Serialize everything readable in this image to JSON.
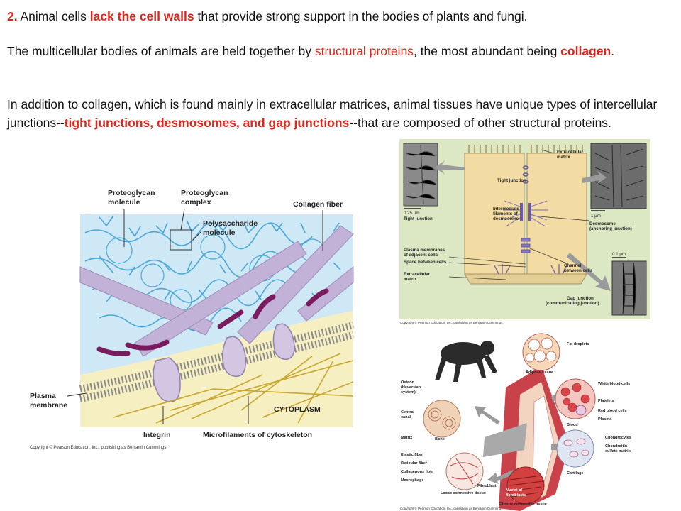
{
  "text": {
    "p1": {
      "number": "2.",
      "a": " Animal cells ",
      "b": "lack the cell walls",
      "c": " that provide strong support in the bodies of plants and fungi."
    },
    "p2": {
      "a": "The multicellular bodies of animals are held together by ",
      "b": "structural proteins",
      "c": ", the most abundant being ",
      "d": "collagen",
      "e": "."
    },
    "p3": {
      "a": "In addition to collagen, which is found mainly in extracellular matrices, animal tissues have unique types of intercellular junctions--",
      "b": "tight junctions, desmosomes, and gap junctions",
      "c": "--that are composed of other structural proteins."
    }
  },
  "ecm_figure": {
    "labels": {
      "proteoglycan_molecule": [
        "Proteoglycan",
        "molecule"
      ],
      "proteoglycan_complex": [
        "Proteoglycan",
        "complex"
      ],
      "collagen_fiber": "Collagen fiber",
      "polysaccharide_molecule": [
        "Polysaccharide",
        "molecule"
      ],
      "plasma_membrane": [
        "Plasma",
        "membrane"
      ],
      "cytoplasm": "CYTOPLASM",
      "integrin": "Integrin",
      "microfilaments": "Microfilaments of cytoskeleton"
    },
    "copyright": "Copyright © Pearson Education, Inc., publishing as Benjamin Cummings."
  },
  "junction_figure": {
    "labels": {
      "extracellular_matrix": [
        "Extracellular",
        "matrix"
      ],
      "tight_junction_inner": "Tight junction",
      "tight_junction": "Tight junction",
      "scale_025": "0.25 µm",
      "scale_1": "1 µm",
      "scale_01": "0.1 µm",
      "intermediate_filaments": [
        "Intermediate",
        "filaments of",
        "desmosome"
      ],
      "desmosome": [
        "Desmosome",
        "(anchoring junction)"
      ],
      "plasma_membranes": [
        "Plasma membranes",
        "of adjacent cells"
      ],
      "space_between_cells": "Space between cells",
      "extracellular_matrix_left": [
        "Extracellular",
        "matrix"
      ],
      "channel": [
        "Channel",
        "between cells"
      ],
      "gap_junction": [
        "Gap junction",
        "(communicating junction)"
      ]
    },
    "copyright": "Copyright © Pearson Education, Inc., publishing as Benjamin Cummings."
  },
  "tissue_figure": {
    "labels": {
      "fat_droplets": "Fat droplets",
      "adipose_tissue": "Adipose tissue",
      "osteon": [
        "Osteon",
        "(Haversian",
        "system)"
      ],
      "central_canal": [
        "Central",
        "canal"
      ],
      "matrix": "Matrix",
      "bone": "Bone",
      "white_blood_cells": "White blood cells",
      "platelets": "Platelets",
      "red_blood_cells": "Red blood cells",
      "plasma": "Plasma",
      "blood": "Blood",
      "chondrocytes": "Chondrocytes",
      "chondroitin": [
        "Chondroitin",
        "sulfate matrix"
      ],
      "cartilage": "Cartilage",
      "elastic_fiber": "Elastic fiber",
      "reticular_fiber": "Reticular fiber",
      "collagenous_fiber": "Collagenous fiber",
      "macrophage": "Macrophage",
      "fibroblast": "Fibroblast",
      "loose_connective": "Loose connective tissue",
      "nuclei_fibroblasts": [
        "Nuclei of",
        "fibroblasts"
      ],
      "fibrous_connective": "Fibrous connective tissue"
    },
    "copyright": "Copyright © Pearson Education, Inc., publishing as Benjamin Cummings."
  },
  "colors": {
    "highlight_red": "#e0261d",
    "ecm_background": "#cfe8f6",
    "cytoplasm": "#f6efc2",
    "collagen": "#c3b2d8",
    "integrin": "#d2c6e2",
    "proteoglycan": "#7a1b5e",
    "polysaccharide": "#4aa7d8",
    "junction_background": "#dce8c4",
    "cell": "#f2dca3"
  }
}
